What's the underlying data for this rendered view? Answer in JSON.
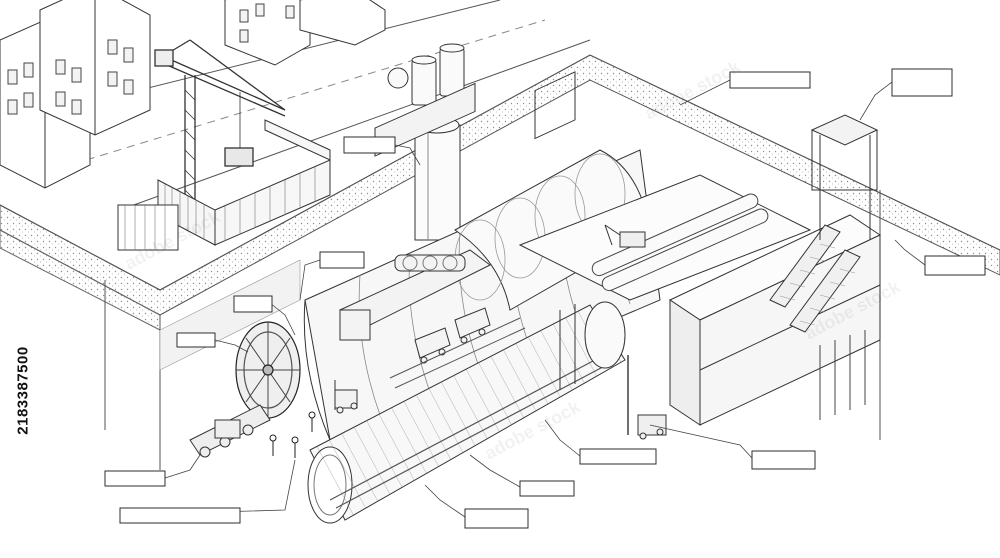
{
  "image_id_text": "2183387500",
  "watermark_text": "adobe stock",
  "colors": {
    "line": "#3a3a3a",
    "soil": "#dcdcdc",
    "soil_dots": "#9a9a9a",
    "label_box": "#ffffff",
    "label_border": "#2e2e2e"
  },
  "labels": [
    {
      "id": "label-crane"
    },
    {
      "id": "label-shaft"
    },
    {
      "id": "label-surface-right"
    },
    {
      "id": "label-station-top"
    },
    {
      "id": "label-station-side"
    },
    {
      "id": "label-tunnel-upper"
    },
    {
      "id": "label-tbm-ring"
    },
    {
      "id": "label-tbm-face"
    },
    {
      "id": "label-conveyor"
    },
    {
      "id": "label-workers"
    },
    {
      "id": "label-tunnel-lining"
    },
    {
      "id": "label-track"
    },
    {
      "id": "label-tunnel-bottom"
    },
    {
      "id": "label-drilling-rig"
    }
  ]
}
